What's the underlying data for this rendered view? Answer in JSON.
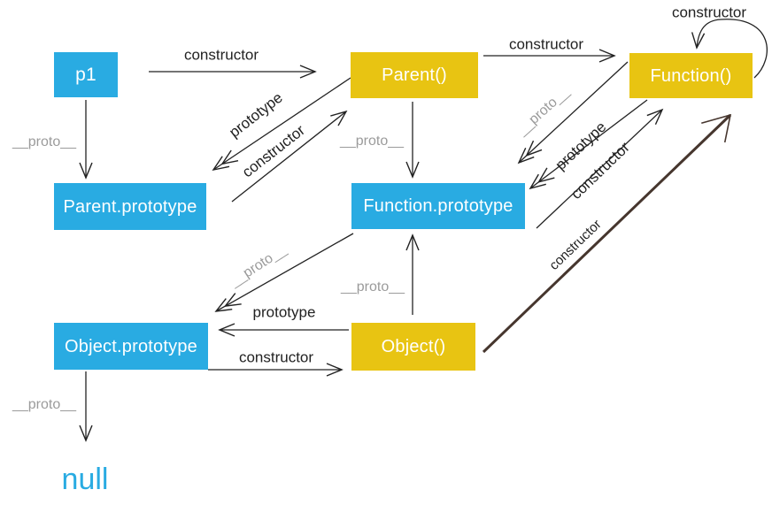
{
  "diagram": {
    "type": "javascript-prototype-chain",
    "colors": {
      "instance_box": "#29ABE2",
      "constructor_box": "#E8C412",
      "label_dark": "#222222",
      "label_gray": "#9B9B9B",
      "emphasis_arrow": "#46362E",
      "null_text": "#29ABE2"
    },
    "nodes": [
      {
        "id": "p1",
        "label": "p1",
        "kind": "instance"
      },
      {
        "id": "parent-constructor",
        "label": "Parent()",
        "kind": "function"
      },
      {
        "id": "function-constructor",
        "label": "Function()",
        "kind": "function"
      },
      {
        "id": "parent-prototype",
        "label": "Parent.prototype",
        "kind": "prototype"
      },
      {
        "id": "function-prototype",
        "label": "Function.prototype",
        "kind": "prototype"
      },
      {
        "id": "object-prototype",
        "label": "Object.prototype",
        "kind": "prototype"
      },
      {
        "id": "object-constructor",
        "label": "Object()",
        "kind": "function"
      },
      {
        "id": "null-terminal",
        "label": "null",
        "kind": "terminal"
      }
    ],
    "edges": [
      {
        "from": "p1",
        "to": "Parent()",
        "label": "constructor"
      },
      {
        "from": "p1",
        "to": "Parent.prototype",
        "label": "__proto__"
      },
      {
        "from": "Parent()",
        "to": "Parent.prototype",
        "label": "prototype"
      },
      {
        "from": "Parent.prototype",
        "to": "Parent()",
        "label": "constructor"
      },
      {
        "from": "Parent()",
        "to": "Function()",
        "label": "constructor"
      },
      {
        "from": "Parent()",
        "to": "Function.prototype",
        "label": "__proto__"
      },
      {
        "from": "Function()",
        "to": "Function.prototype",
        "label": "__proto__"
      },
      {
        "from": "Function()",
        "to": "Function.prototype",
        "label": "prototype"
      },
      {
        "from": "Function.prototype",
        "to": "Function()",
        "label": "constructor"
      },
      {
        "from": "Function()",
        "to": "Function()",
        "label": "constructor"
      },
      {
        "from": "Object()",
        "to": "Function.prototype",
        "label": "__proto__"
      },
      {
        "from": "Function.prototype",
        "to": "Object.prototype",
        "label": "__proto__"
      },
      {
        "from": "Object()",
        "to": "Object.prototype",
        "label": "prototype"
      },
      {
        "from": "Object.prototype",
        "to": "Object()",
        "label": "constructor"
      },
      {
        "from": "Object()",
        "to": "Function()",
        "label": "constructor",
        "emphasis": true
      },
      {
        "from": "Object.prototype",
        "to": "null",
        "label": "__proto__"
      }
    ]
  }
}
